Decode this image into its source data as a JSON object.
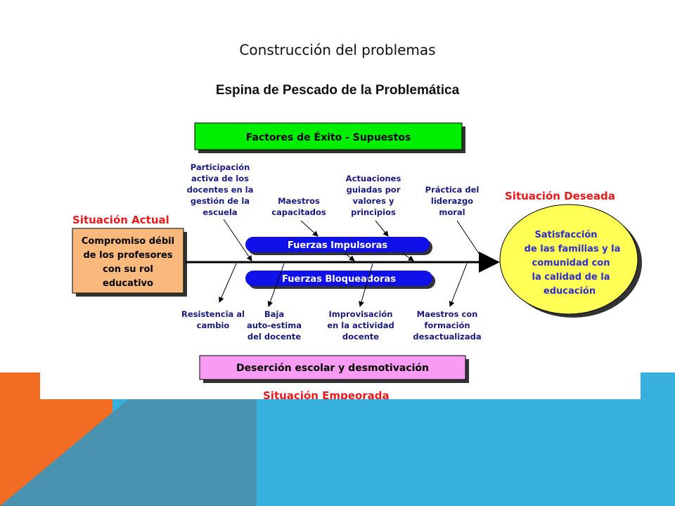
{
  "slide": {
    "title": "Construcción del problemas",
    "subtitle": "Espina de Pescado de la Problemática"
  },
  "diagram": {
    "top_box": "Factores de Éxito - Supuestos",
    "left_heading": "Situación Actual",
    "left_box": [
      "Compromiso débil",
      "de los profesores",
      "con su rol",
      "educativo"
    ],
    "right_heading": "Situación Deseada",
    "right_circle": [
      "Satisfacción",
      "de las familias y la",
      "comunidad con",
      "la calidad de la",
      "educación"
    ],
    "bar_top": "Fuerzas Impulsoras",
    "bar_bottom": "Fuerzas Bloqueadoras",
    "upper_labels": [
      [
        "Participación",
        "activa de los",
        "docentes en la",
        "gestión de la",
        "escuela"
      ],
      [
        "Maestros",
        "capacitados"
      ],
      [
        "Actuaciones",
        "guiadas por",
        "valores y",
        "principios"
      ],
      [
        "Práctica del",
        "liderazgo",
        "moral"
      ]
    ],
    "lower_labels": [
      [
        "Resistencia al",
        "cambio"
      ],
      [
        "Baja",
        "auto-estima",
        "del docente"
      ],
      [
        "Improvisación",
        "en la actividad",
        "docente"
      ],
      [
        "Maestros con",
        "formación",
        "desactualizada"
      ]
    ],
    "bottom_box": "Deserción escolar y desmotivación",
    "bottom_heading": "Situación Empeorada"
  },
  "colors": {
    "accent_orange": "#f26c23",
    "accent_blue": "#38b0de",
    "green_box": "#00ee00",
    "pink_box": "#f79cf2",
    "yellow_circle": "#ffff55",
    "tan_box": "#f9b97d",
    "pill_blue": "#1010e8",
    "heading_red": "#e8191a"
  }
}
